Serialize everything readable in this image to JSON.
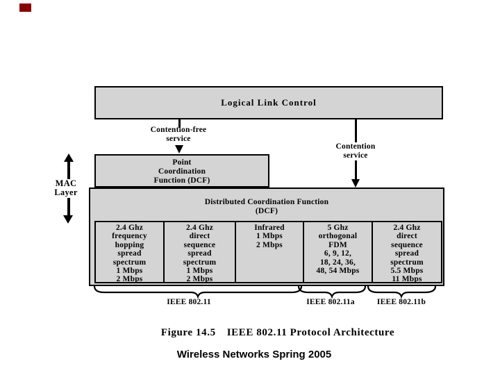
{
  "decoration": {
    "corner_square_color": "#8B0000"
  },
  "diagram": {
    "llc_box": {
      "label": "Logical Link Control"
    },
    "arrows": {
      "contention_free": {
        "line1": "Contention-free",
        "line2": "service"
      },
      "contention": {
        "line1": "Contention",
        "line2": "service"
      }
    },
    "mac_layer": {
      "line1": "MAC",
      "line2": "Layer"
    },
    "pcf_box": {
      "line1": "Point",
      "line2": "Coordination",
      "line3": "Function (DCF)"
    },
    "dcf_box": {
      "line1": "Distributed Coordination Function",
      "line2": "(DCF)"
    },
    "phy_boxes": [
      {
        "lines": [
          "2.4 Ghz",
          "frequency",
          "hopping",
          "spread",
          "spectrum",
          "1 Mbps",
          "2 Mbps"
        ]
      },
      {
        "lines": [
          "2.4 Ghz",
          "direct",
          "sequence",
          "spread",
          "spectrum",
          "1 Mbps",
          "2 Mbps"
        ]
      },
      {
        "lines": [
          "Infrared",
          "1 Mbps",
          "2 Mbps"
        ]
      },
      {
        "lines": [
          "5 Ghz",
          "orthogonal",
          "FDM",
          "6, 9, 12,",
          "18, 24, 36,",
          "48, 54 Mbps"
        ]
      },
      {
        "lines": [
          "2.4 Ghz",
          "direct",
          "sequence",
          "spread",
          "spectrum",
          "5.5 Mbps",
          "11 Mbps"
        ]
      }
    ],
    "standards": [
      {
        "label": "IEEE 802.11"
      },
      {
        "label": "IEEE 802.11a"
      },
      {
        "label": "IEEE 802.11b"
      }
    ],
    "caption": {
      "figure_label": "Figure 14.5",
      "title": "IEEE 802.11 Protocol Architecture"
    }
  },
  "footer": {
    "text": "Wireless Networks Spring 2005"
  },
  "colors": {
    "background": "#ffffff",
    "box_fill": "#d4d4d4",
    "box_border": "#000000"
  }
}
